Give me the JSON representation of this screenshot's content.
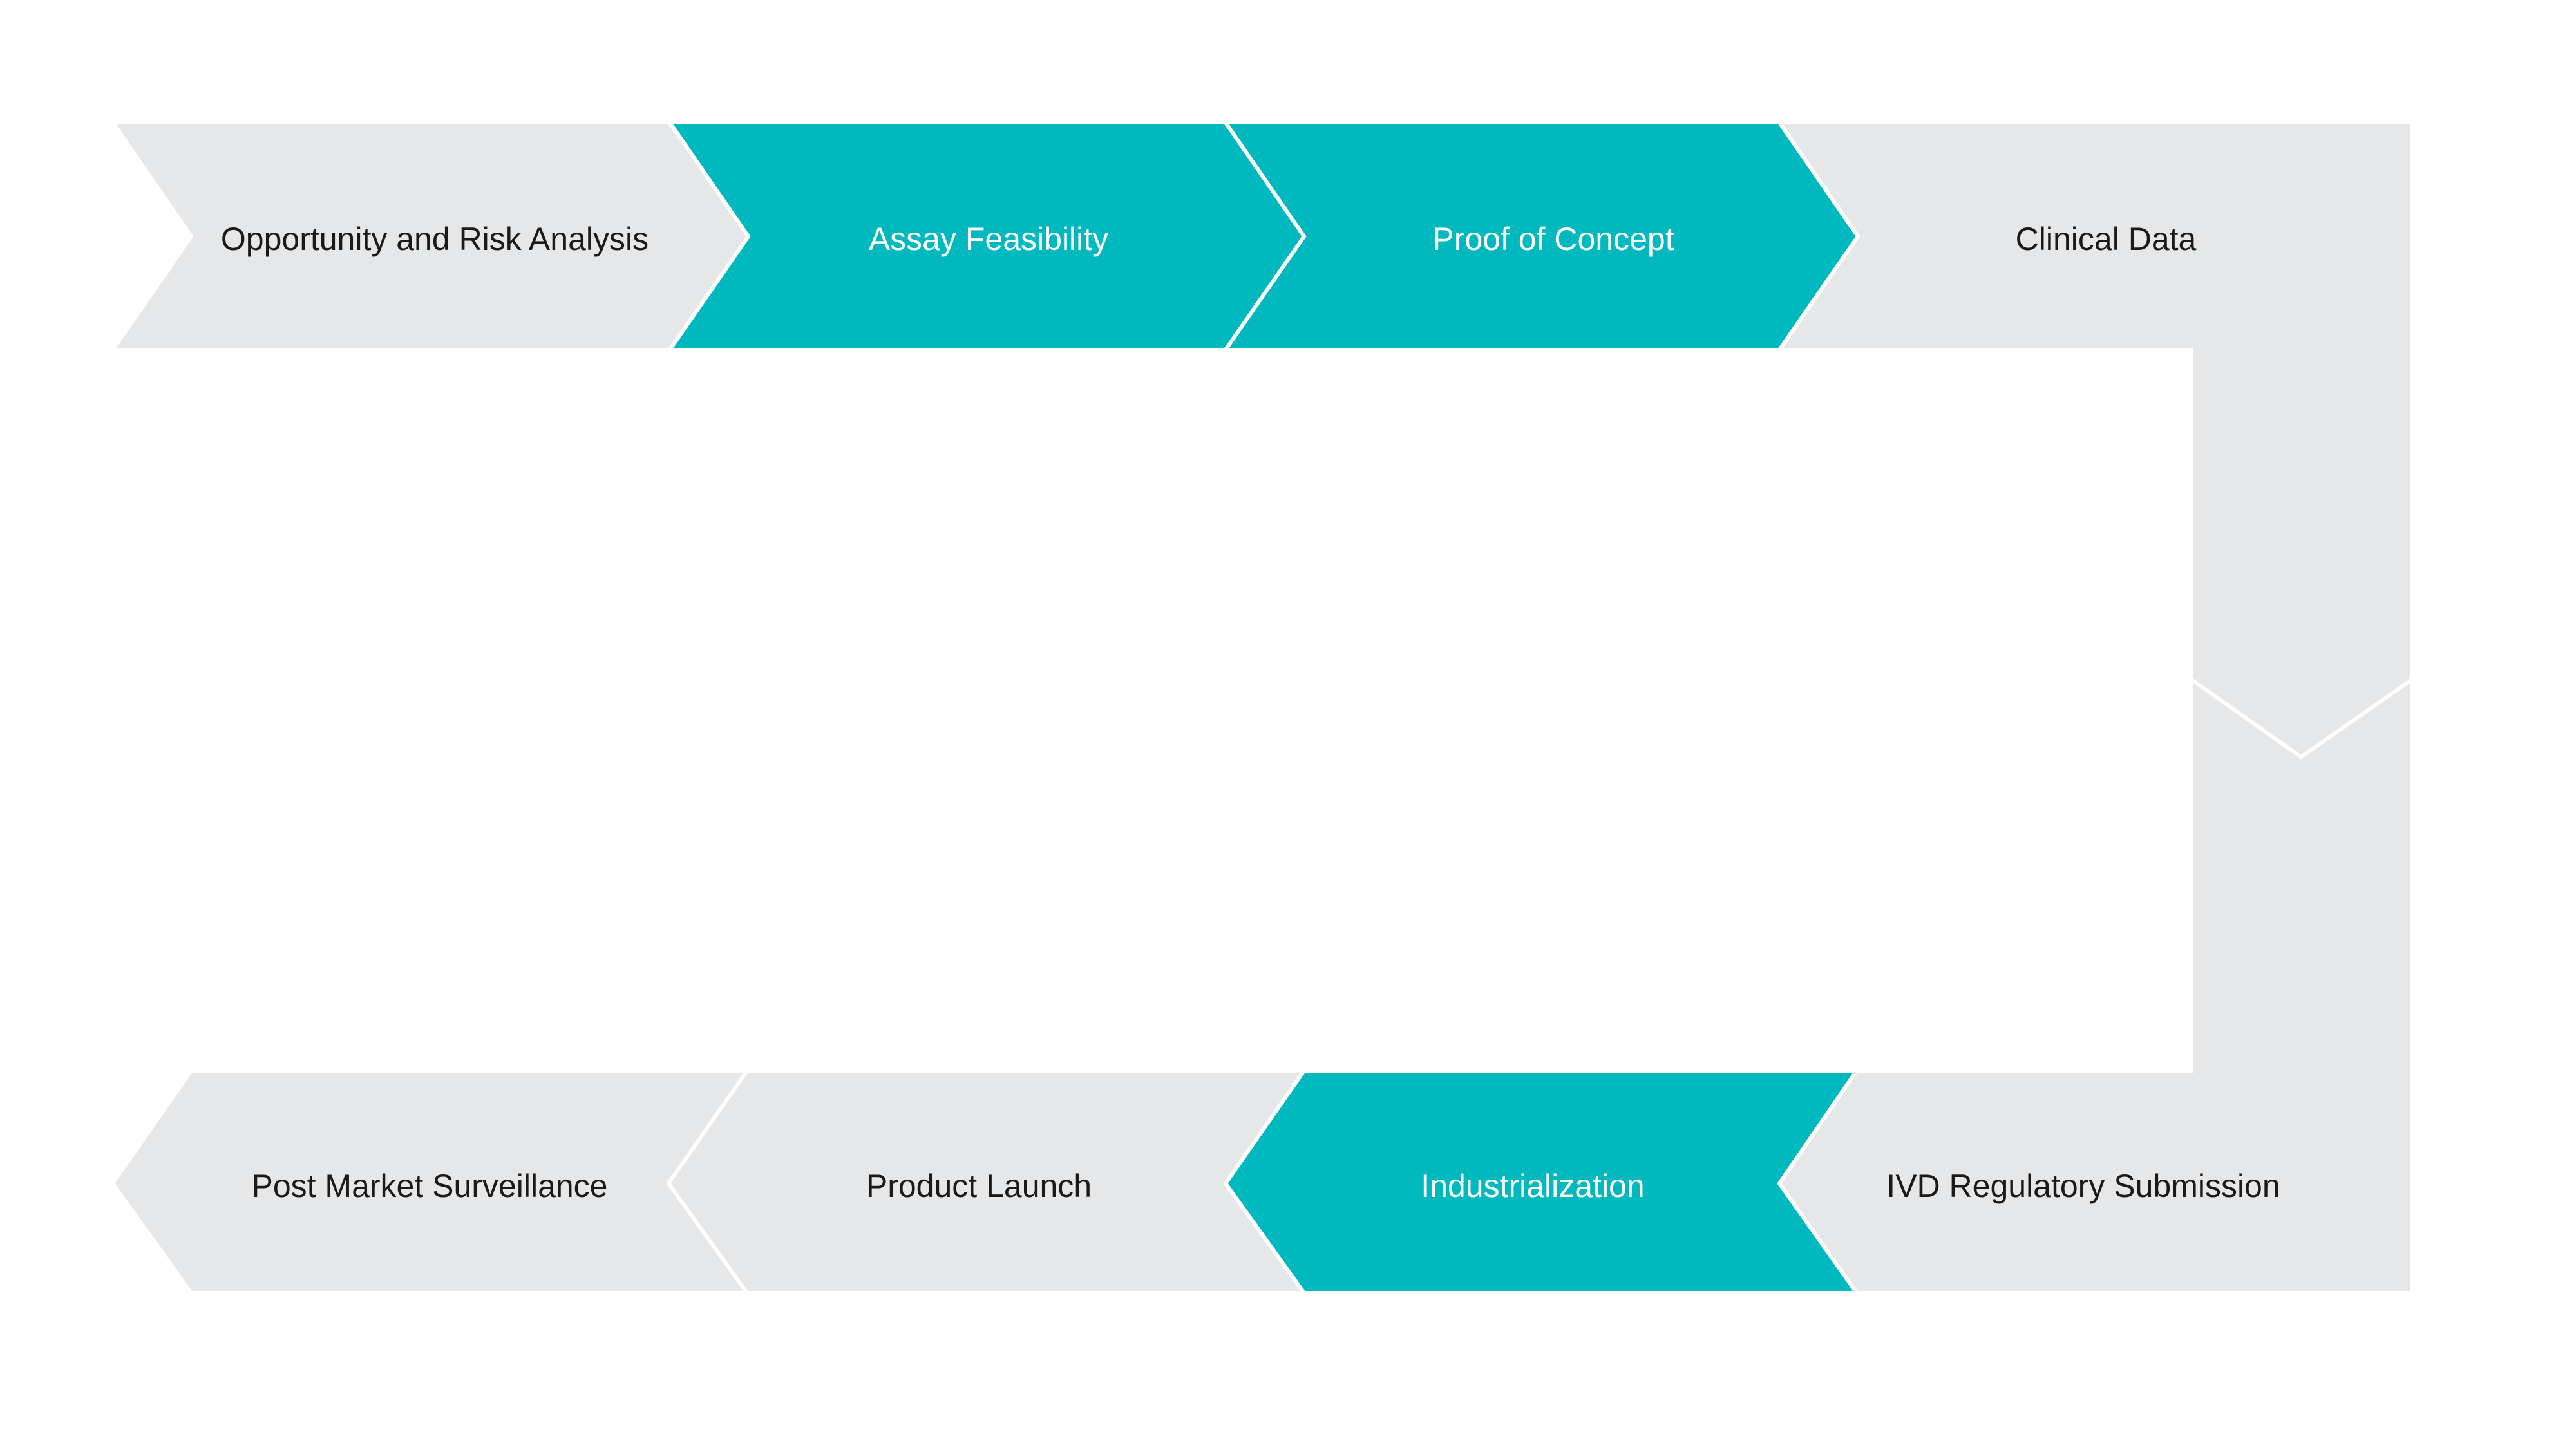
{
  "colors": {
    "background": "#ffffff",
    "active_fill": "#00b9be",
    "inactive_fill": "#e6e7e8",
    "active_text": "#ffffff",
    "inactive_text": "#1a1a1a",
    "separator": "#ffffff"
  },
  "steps": [
    {
      "label": "Opportunity and Risk Analysis",
      "active": false
    },
    {
      "label": "Assay Feasibility",
      "active": true
    },
    {
      "label": "Proof of Concept",
      "active": true
    },
    {
      "label": "Clinical Data",
      "active": false
    },
    {
      "label": "IVD Regulatory Submission",
      "active": false
    },
    {
      "label": "Industrialization",
      "active": true
    },
    {
      "label": "Product Launch",
      "active": false
    },
    {
      "label": "Post Market Surveillance",
      "active": false
    }
  ]
}
